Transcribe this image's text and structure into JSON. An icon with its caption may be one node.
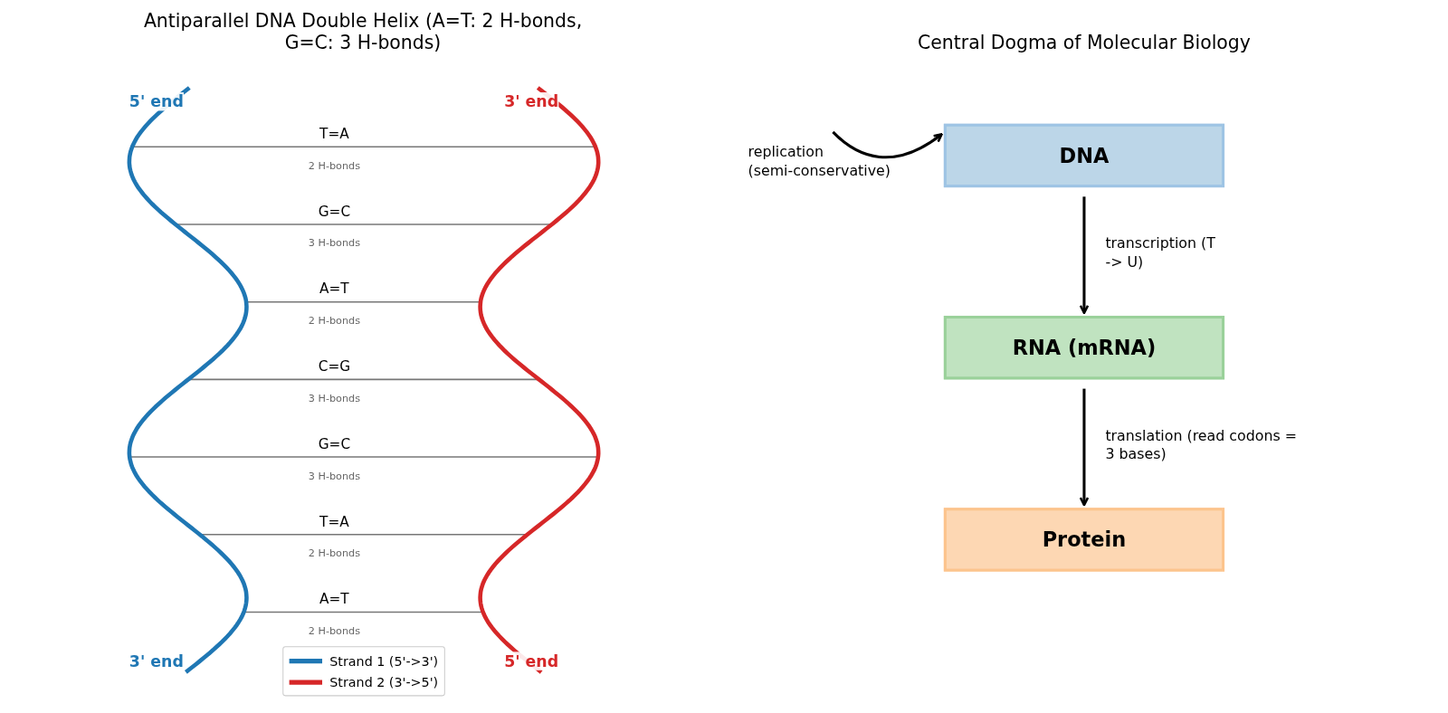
{
  "diagram": {
    "nodes": [
      {
        "text": [
          "replication (semi-conservative)"
        ]
      },
      {
        "text": [
          "DNA"
        ]
      },
      {
        "text": [
          "RNA (mRNA)"
        ]
      },
      {
        "text": [
          "Protein"
        ]
      }
    ],
    "edges": [
      {
        "from": 0,
        "to": 1,
        "arrow": "to"
      },
      {
        "from": 1,
        "to": 2,
        "arrow": "to",
        "label": "transcription (T -> U)"
      },
      {
        "from": 2,
        "to": 3,
        "arrow": "to",
        "label": "translation (read codons = 3 bases)"
      }
    ],
    "labels": [
      "Antiparallel DNA Double Helix (A=T: 2 H-bonds, G=C: 3 H-bonds)",
      "Central Dogma of Molecular Biology",
      "5' end",
      "3' end",
      "T=A",
      "2 H-bonds",
      "G=C",
      "3 H-bonds",
      "A=T",
      "2 H-bonds",
      "C=G",
      "3 H-bonds",
      "G=C",
      "3 H-bonds",
      "T=A",
      "2 H-bonds",
      "A=T",
      "2 H-bonds",
      "3' end",
      "5' end"
    ],
    "legend": [
      {
        "text": "Strand 1 (5'->3')"
      },
      {
        "text": "Strand 2 (3'->5')"
      }
    ]
  }
}
